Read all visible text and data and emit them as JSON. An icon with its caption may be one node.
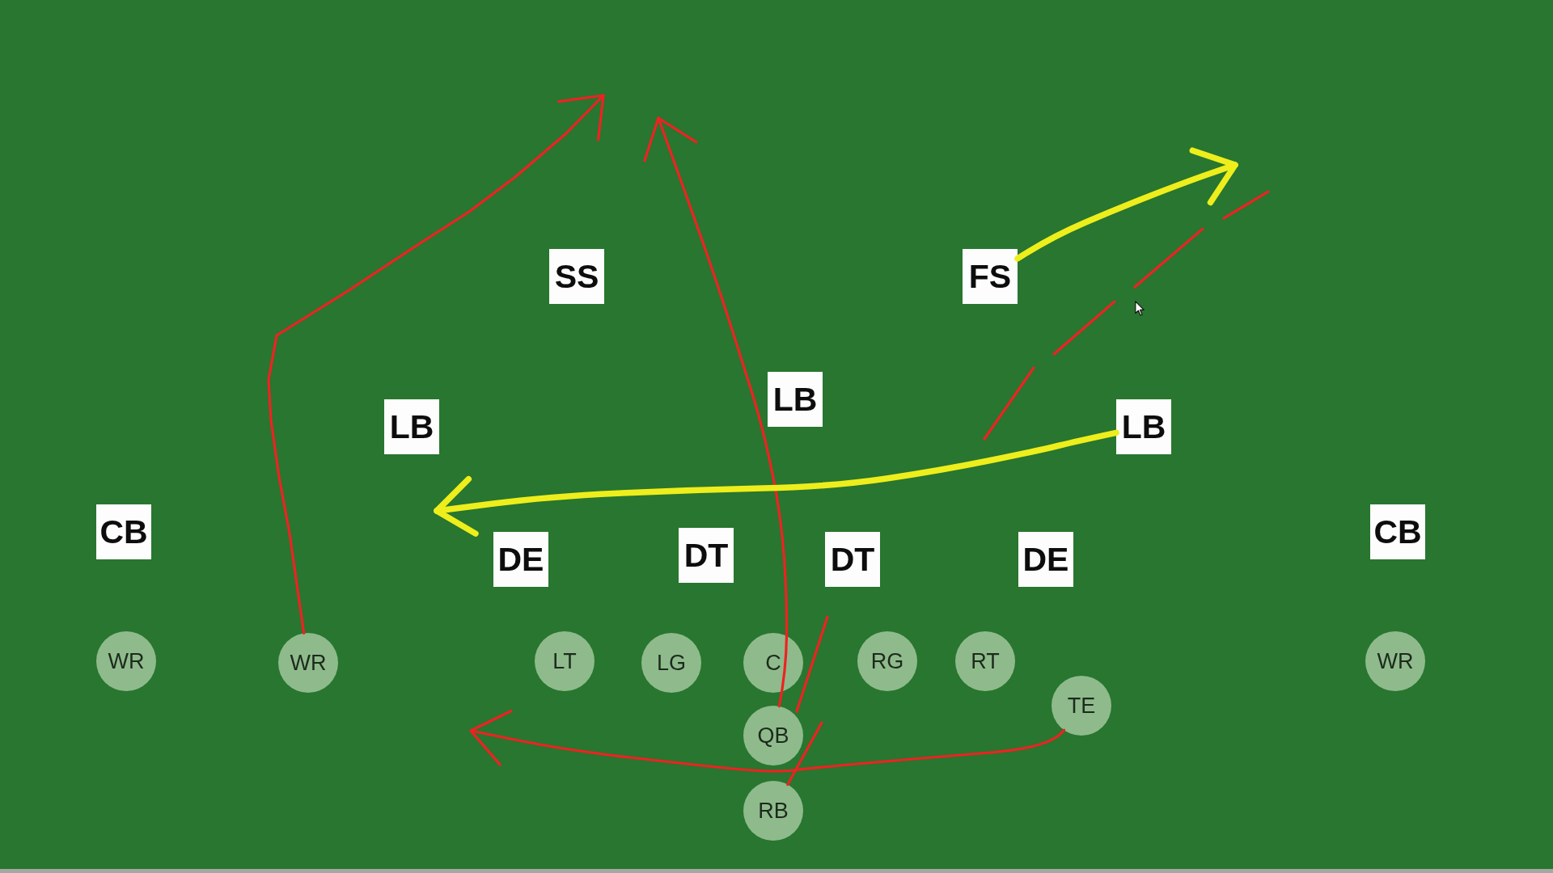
{
  "diagram": {
    "nodes": [
      {
        "text": [
          "SS"
        ]
      },
      {
        "text": [
          "FS"
        ]
      },
      {
        "text": [
          "LB"
        ]
      },
      {
        "text": [
          "LB"
        ]
      },
      {
        "text": [
          "LB"
        ]
      },
      {
        "text": [
          "CB"
        ]
      },
      {
        "text": [
          "DE"
        ]
      },
      {
        "text": [
          "DT"
        ]
      },
      {
        "text": [
          "DT"
        ]
      },
      {
        "text": [
          "DE"
        ]
      },
      {
        "text": [
          "CB"
        ]
      },
      {
        "text": [
          "WR"
        ]
      },
      {
        "text": [
          "WR"
        ]
      },
      {
        "text": [
          "LT"
        ]
      },
      {
        "text": [
          "LG"
        ]
      },
      {
        "text": [
          "C"
        ]
      },
      {
        "text": [
          "RG"
        ]
      },
      {
        "text": [
          "RT"
        ]
      },
      {
        "text": [
          "WR"
        ]
      },
      {
        "text": [
          "TE"
        ]
      },
      {
        "text": [
          "QB"
        ]
      },
      {
        "text": [
          "RB"
        ]
      }
    ],
    "edges": [
      {
        "from": 12,
        "to": null,
        "arrow": "to"
      },
      {
        "from": 20,
        "to": null,
        "arrow": "to"
      },
      {
        "from": 19,
        "to": null,
        "arrow": "to"
      },
      {
        "from": 21,
        "to": null,
        "arrow": "none",
        "style": "dashed"
      },
      {
        "from": 4,
        "to": null,
        "arrow": "to",
        "style": "thick",
        "color": "#eeee1c"
      },
      {
        "from": 1,
        "to": null,
        "arrow": "to",
        "style": "thick",
        "color": "#eeee1c"
      }
    ]
  }
}
